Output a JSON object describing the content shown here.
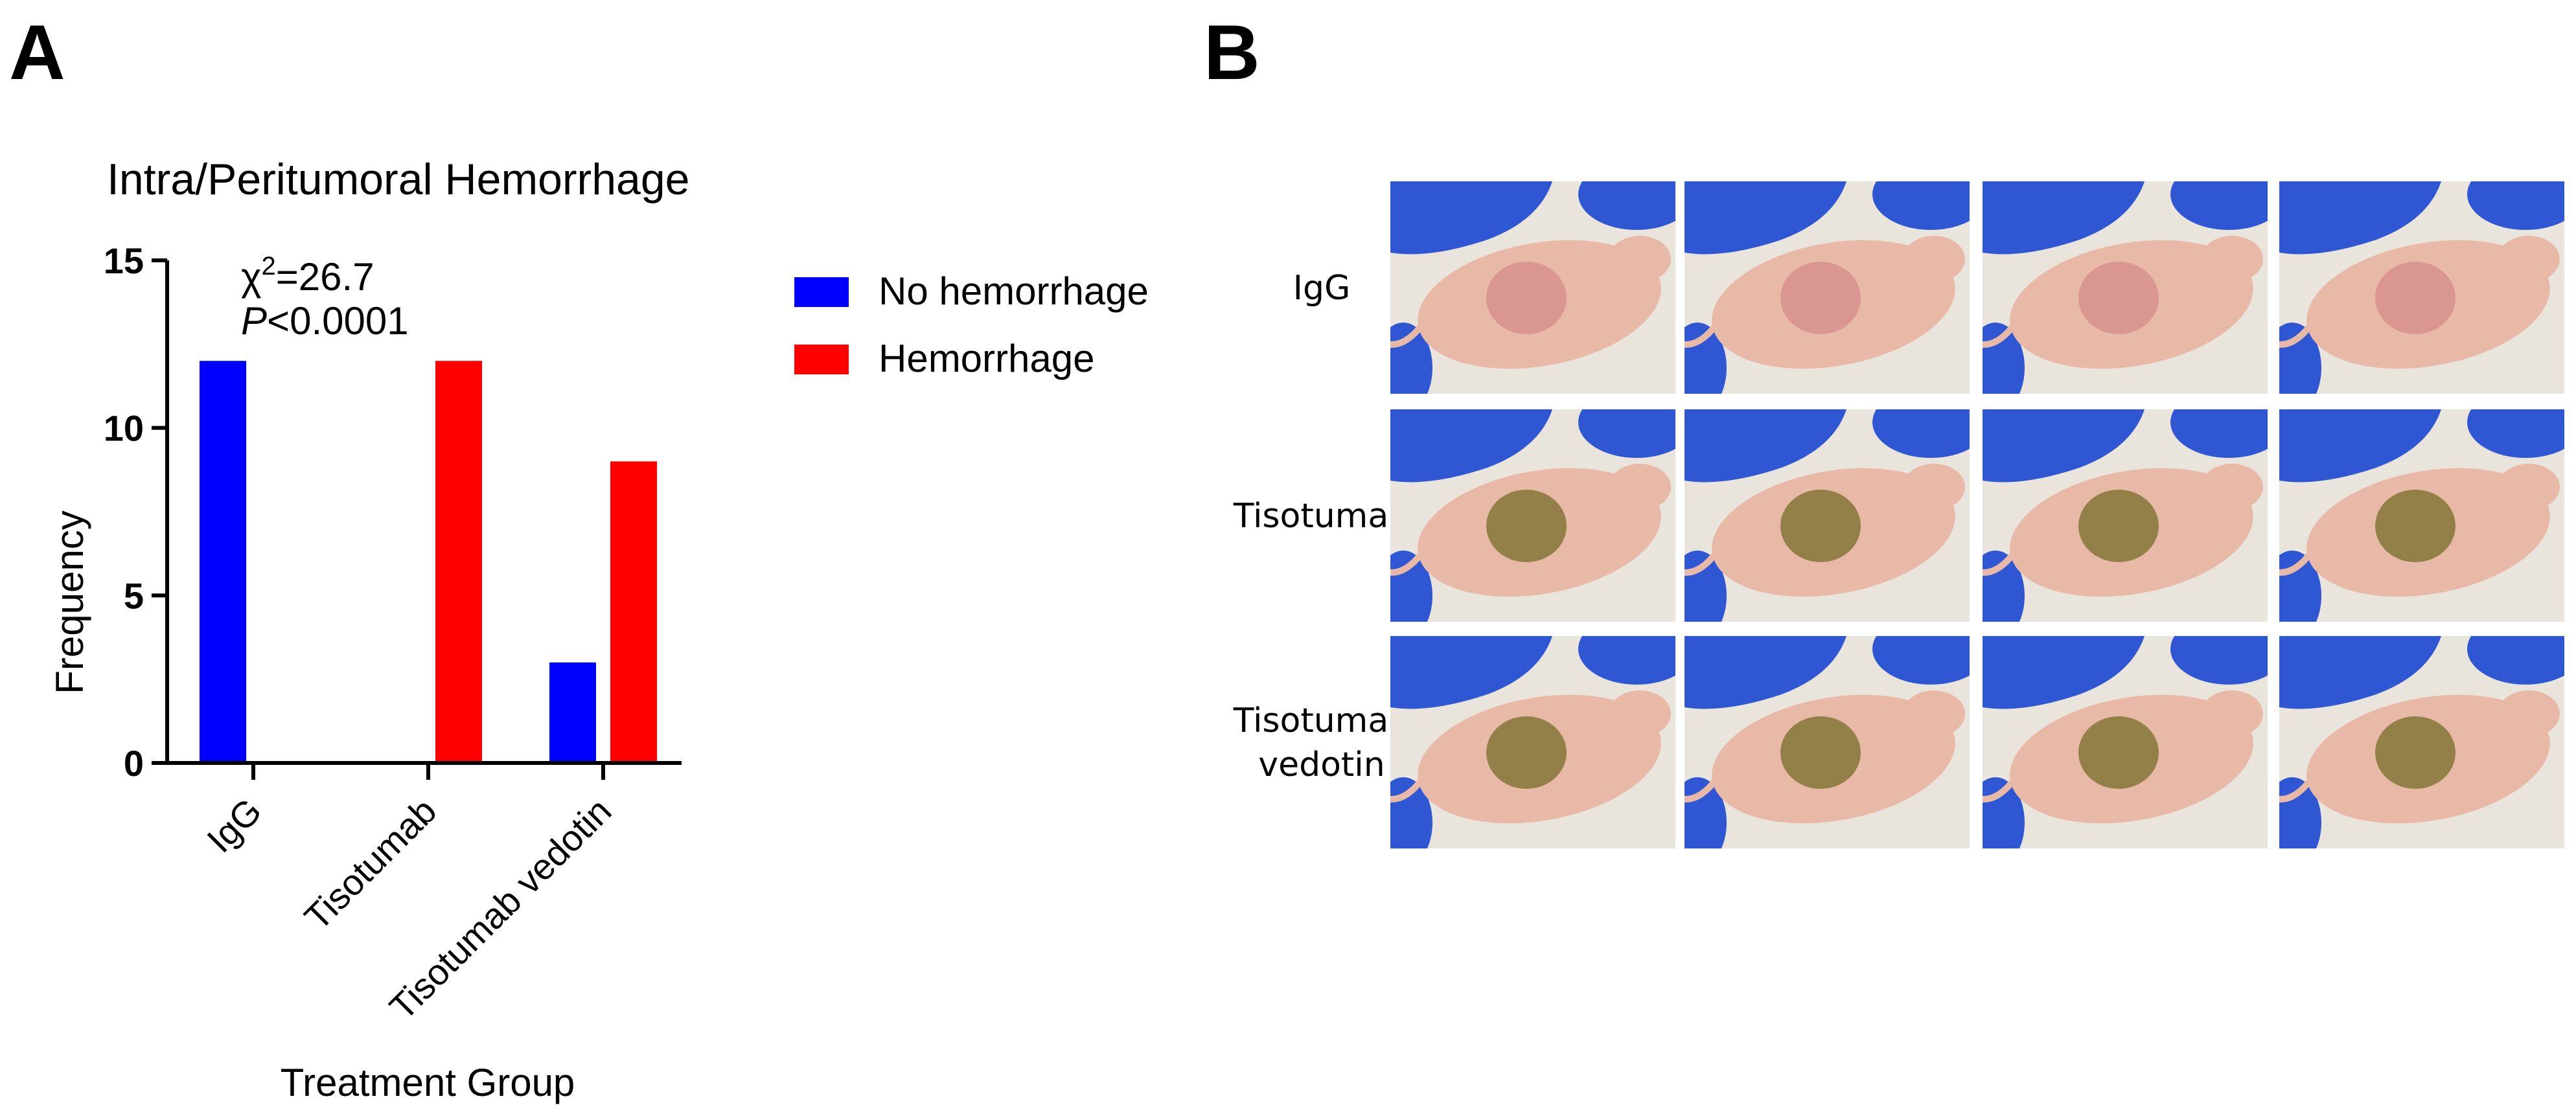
{
  "panels": {
    "a": "A",
    "b": "B"
  },
  "colors": {
    "no_hemorrhage": "#0000ff",
    "hemorrhage": "#ff0000",
    "axis": "#000000",
    "photo_bg": "#e9e4dc",
    "glove": "#2f57d4",
    "mouse": "#e9b9a8",
    "tumor_pink": "#d8948e",
    "tumor_dark": "#8a7a3e"
  },
  "chart_data": {
    "type": "bar",
    "title": "Intra/Peritumoral Hemorrhage",
    "xlabel": "Treatment Group",
    "ylabel": "Frequency",
    "categories": [
      "IgG",
      "Tisotumab",
      "Tisotumab vedotin"
    ],
    "series": [
      {
        "name": "No hemorrhage",
        "values": [
          12,
          0,
          3
        ]
      },
      {
        "name": "Hemorrhage",
        "values": [
          0,
          12,
          9
        ]
      }
    ],
    "ylim": [
      0,
      15
    ],
    "yticks": [
      0,
      5,
      10,
      15
    ],
    "grid": false,
    "legend": "right",
    "annotation": {
      "chi_symbol": "χ",
      "chi_exp": "2",
      "chi_value": "=26.7",
      "p_symbol": "P",
      "p_value": "<0.0001"
    }
  },
  "photo_grid": {
    "rows": [
      {
        "label_lines": [
          "IgG"
        ],
        "hemorrhage": false
      },
      {
        "label_lines": [
          "Tisotumab"
        ],
        "hemorrhage": true
      },
      {
        "label_lines": [
          "Tisotumab",
          "vedotin"
        ],
        "hemorrhage": true
      }
    ],
    "columns": 4
  }
}
